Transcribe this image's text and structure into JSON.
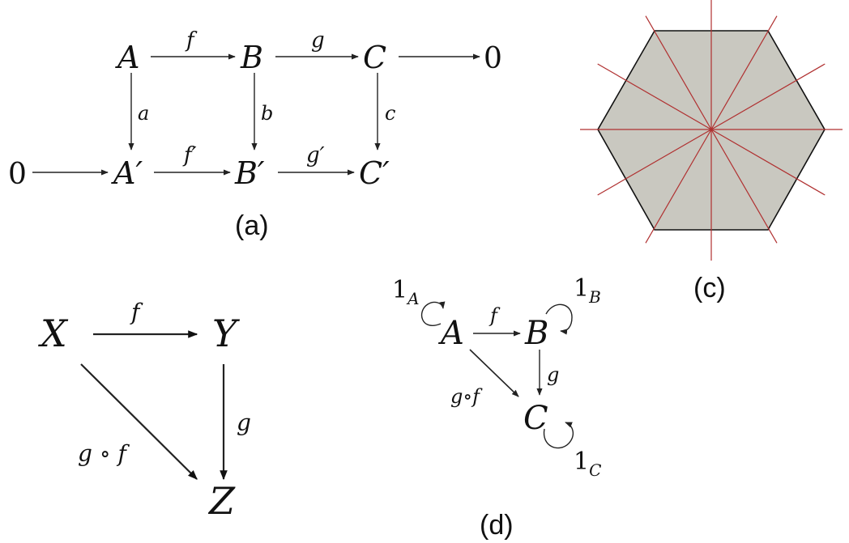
{
  "diagram_a": {
    "nodes": {
      "A": "A",
      "B": "B",
      "C": "C",
      "zero_right": "0",
      "zero_left": "0",
      "A_prime": "A′",
      "B_prime": "B′",
      "C_prime": "C′"
    },
    "labels": {
      "f": "f",
      "g": "g",
      "a": "a",
      "b": "b",
      "c": "c",
      "f_prime": "f′",
      "g_prime": "g′"
    },
    "caption": "(a)"
  },
  "diagram_b": {
    "nodes": {
      "X": "X",
      "Y": "Y",
      "Z": "Z"
    },
    "labels": {
      "f": "f",
      "g": "g",
      "gf": "g ∘ f"
    }
  },
  "diagram_c": {
    "caption": "(c)",
    "hexagon_fill": "#c9c8c0",
    "hexagon_stroke": "#111111",
    "symmetry_line_color": "#b03030",
    "symmetry_axes": 6
  },
  "diagram_d": {
    "nodes": {
      "A": "A",
      "B": "B",
      "C": "C"
    },
    "labels": {
      "f": "f",
      "g": "g",
      "gf": "g∘f"
    },
    "identities": {
      "A": {
        "base": "1",
        "sub": "A"
      },
      "B": {
        "base": "1",
        "sub": "B"
      },
      "C": {
        "base": "1",
        "sub": "C"
      }
    },
    "caption": "(d)"
  }
}
